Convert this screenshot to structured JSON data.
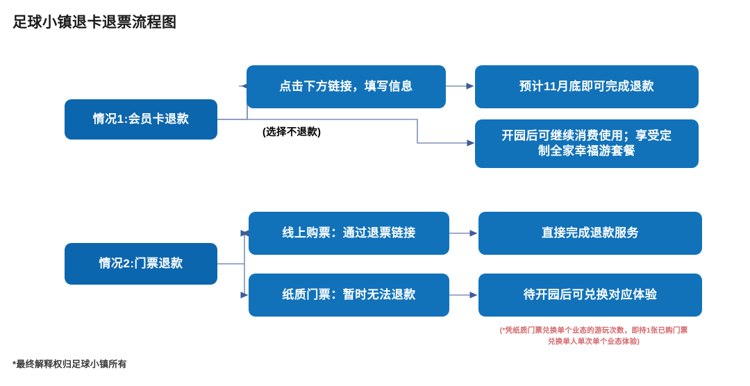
{
  "title": "足球小镇退卡退票流程图",
  "theme": {
    "node_fill": "#1172BA",
    "node_fill_dark": "#0C66AE",
    "node_text": "#FFFFFF",
    "connector": "#7D8FB8",
    "arrow": "#3E5C99",
    "footnote_red": "#D4686B",
    "title_text": "#1A1A1A"
  },
  "flow": {
    "branch1": {
      "source": {
        "id": "case1",
        "label": "情况1:会员卡退款",
        "font_size": 17
      },
      "steps": [
        {
          "id": "case1-step1",
          "label": "点击下方链接，填写信息",
          "font_size": 17
        },
        {
          "id": "case1-result1",
          "label": "预计11月底即可完成退款",
          "font_size": 17
        },
        {
          "id": "case1-result2",
          "line1": "开园后可继续消费使用；享受定",
          "line2": "制全家幸福游套餐",
          "font_size": 17
        }
      ],
      "edge_label": "(选择不退款)"
    },
    "branch2": {
      "source": {
        "id": "case2",
        "label": "情况2:门票退款",
        "font_size": 17
      },
      "steps": [
        {
          "id": "case2-step1",
          "label": "线上购票：通过退票链接",
          "font_size": 17
        },
        {
          "id": "case2-result1",
          "label": "直接完成退款服务",
          "font_size": 17
        },
        {
          "id": "case2-step2",
          "label": "纸质门票：暂时无法退款",
          "font_size": 17
        },
        {
          "id": "case2-result2",
          "label": "待开园后可兑换对应体验",
          "font_size": 17
        }
      ]
    }
  },
  "footnotes": {
    "red_line1": "(*凭纸质门票兑换单个业态的游玩次数，即持1张已购门票",
    "red_line2": "兑换单人单次单个业态体验)",
    "disclaimer": "*最终解释权归足球小镇所有"
  }
}
